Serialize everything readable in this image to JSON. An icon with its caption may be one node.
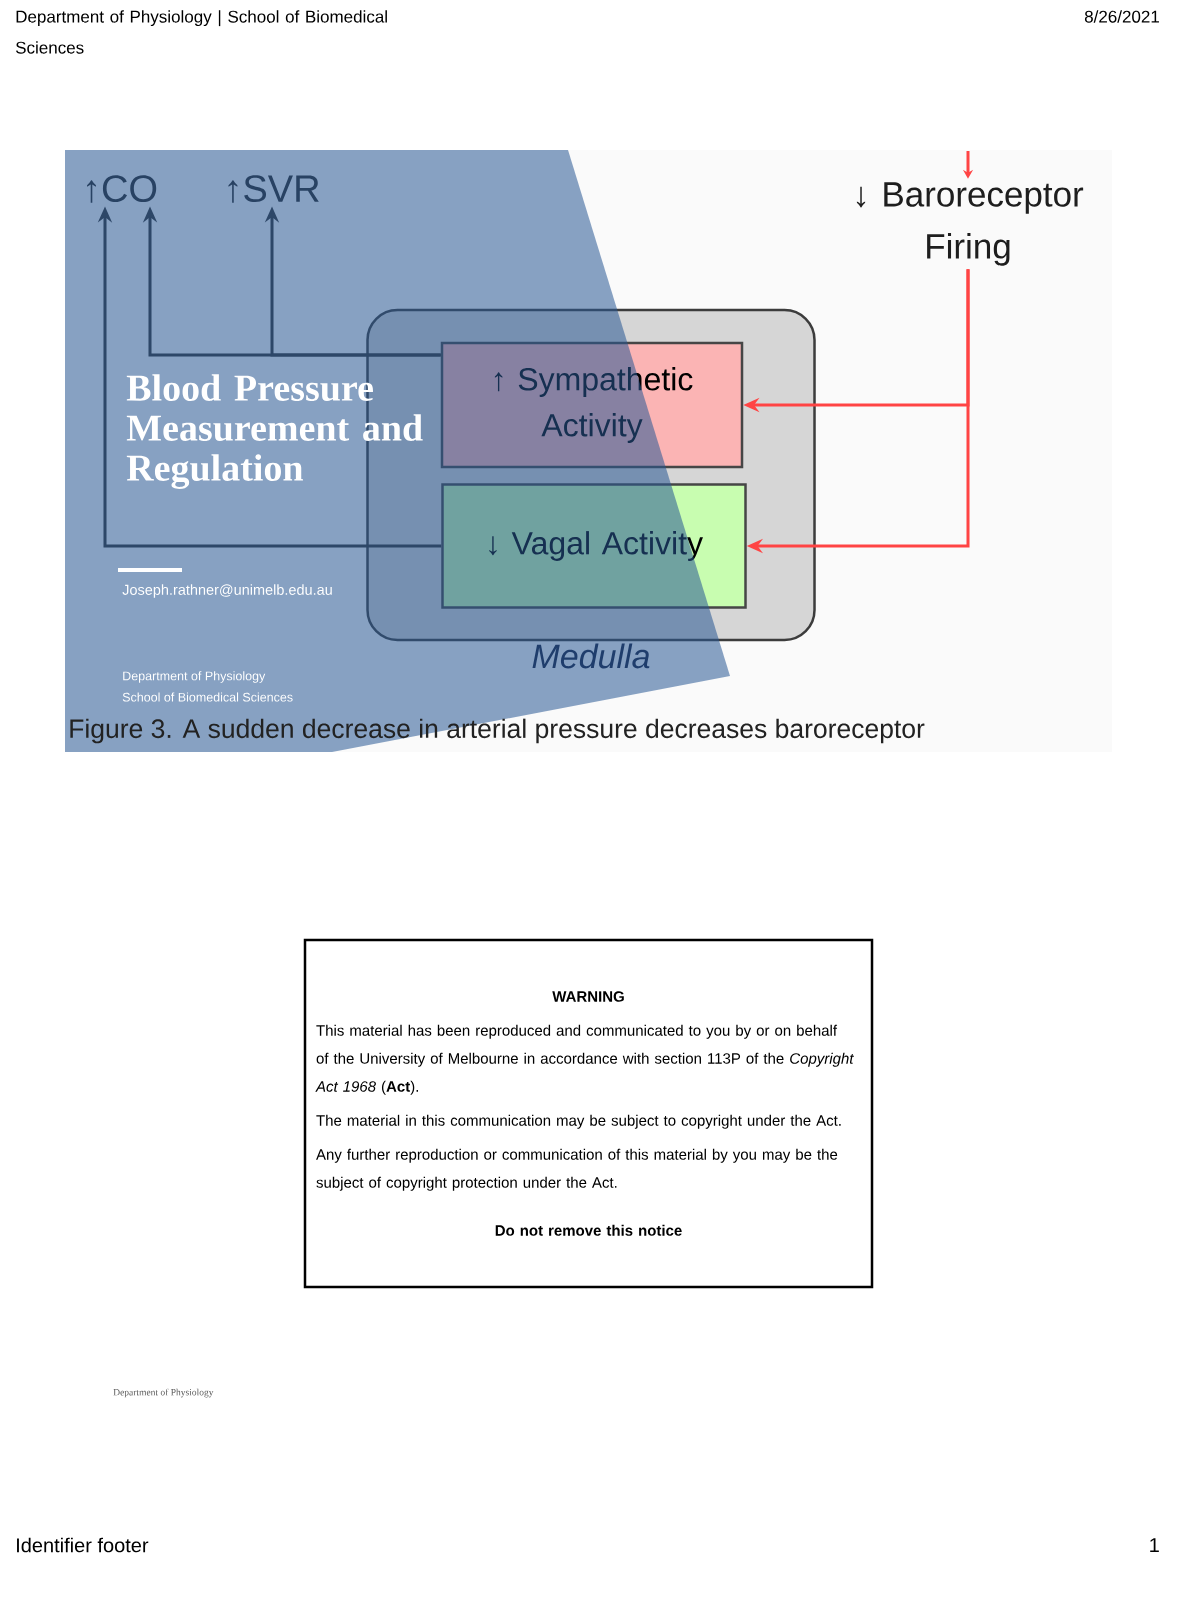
{
  "diagram": {
    "title": "Blood Pressure Measurement and Regulation",
    "nodes": [
      {
        "text": [
          "↑CO"
        ]
      },
      {
        "text": [
          "↑SVR"
        ]
      },
      {
        "text": [
          "↓ Baroreceptor Firing"
        ]
      },
      {
        "text": [
          "Medulla"
        ]
      },
      {
        "text": [
          "↑ Sympathetic Activity"
        ],
        "in": 3
      },
      {
        "text": [
          "↓ Vagal Activity"
        ],
        "in": 3
      },
      {
        "text": [
          "WARNING",
          "This material has been reproduced and communicated to you by or on behalf of the University of Melbourne in accordance with section 113P of the *Copyright Act 1968* (**Act**).",
          "The material in this communication may be subject to copyright under the Act.",
          "Any further reproduction or communication of this material by you may be the subject of copyright protection under the Act.",
          "Do not remove this notice"
        ]
      }
    ],
    "edges": [
      {
        "from": 2,
        "to": 4,
        "arrow": "to",
        "color": "#ff4444"
      },
      {
        "from": 2,
        "to": 5,
        "arrow": "to",
        "color": "#ff4444"
      },
      {
        "from": 4,
        "to": 1,
        "arrow": "to",
        "color": "#333333"
      },
      {
        "from": 4,
        "to": 0,
        "arrow": "to",
        "color": "#333333"
      },
      {
        "from": 5,
        "to": 0,
        "arrow": "to",
        "color": "#333333"
      },
      {
        "from": null,
        "to": 2,
        "arrow": "to",
        "color": "#ff4444"
      }
    ],
    "labels": [
      "Department of Physiology | School of Biomedical Sciences",
      "8/26/2021",
      "Joseph.rathner@unimelb.edu.au",
      "Department of Physiology",
      "School of Biomedical Sciences",
      "Figure 3. A sudden decrease in arterial pressure decreases baroreceptor",
      "Department of Physiology",
      "Identifier footer",
      "1"
    ]
  }
}
